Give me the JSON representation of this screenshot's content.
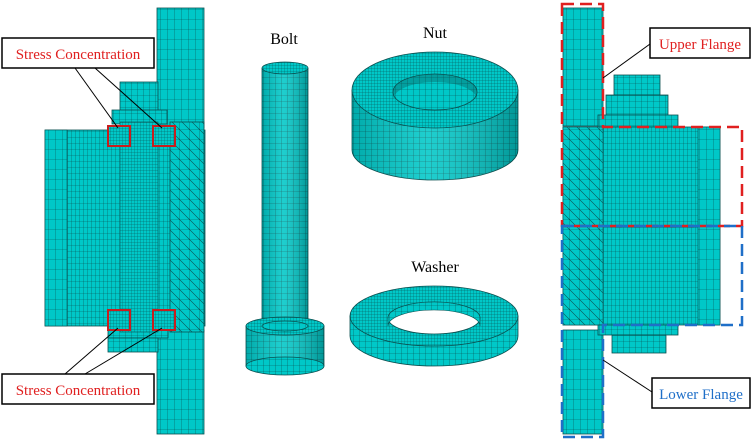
{
  "labels": {
    "stress_top": "Stress Concentration",
    "stress_bottom": "Stress Concentration",
    "bolt": "Bolt",
    "nut": "Nut",
    "washer": "Washer",
    "upper_flange": "Upper Flange",
    "lower_flange": "Lower Flange"
  },
  "colors": {
    "mesh_fill": "#00C8C8",
    "mesh_line": "#0a4f4f",
    "stress_label": "#e02020",
    "stress_box": "#c81e1e",
    "upper_flange": "#e02020",
    "lower_flange": "#1f6fc8"
  }
}
